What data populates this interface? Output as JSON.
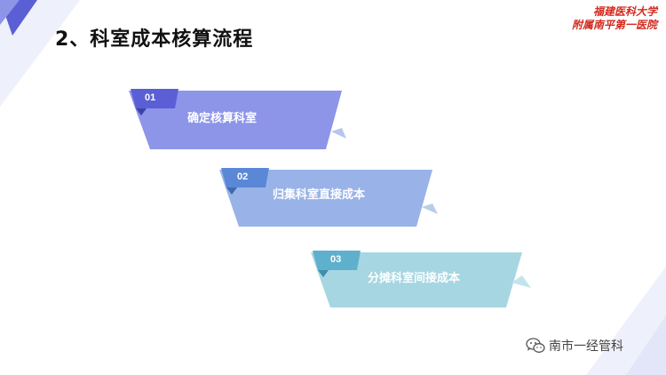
{
  "slide": {
    "title": "2、科室成本核算流程"
  },
  "logo": {
    "line1": "福建医科大学",
    "line2": "附属南平第一医院"
  },
  "steps": [
    {
      "number": "01",
      "label": "确定核算科室",
      "color": "#8c95e8",
      "tab_color": "#5b5fd6"
    },
    {
      "number": "02",
      "label": "归集科室直接成本",
      "color": "#99b3e8",
      "tab_color": "#5b88d6"
    },
    {
      "number": "03",
      "label": "分摊科室间接成本",
      "color": "#a6d6e2",
      "tab_color": "#5fb0cc"
    }
  ],
  "watermark": {
    "icon": "wechat-icon",
    "text": "南市一经管科"
  }
}
